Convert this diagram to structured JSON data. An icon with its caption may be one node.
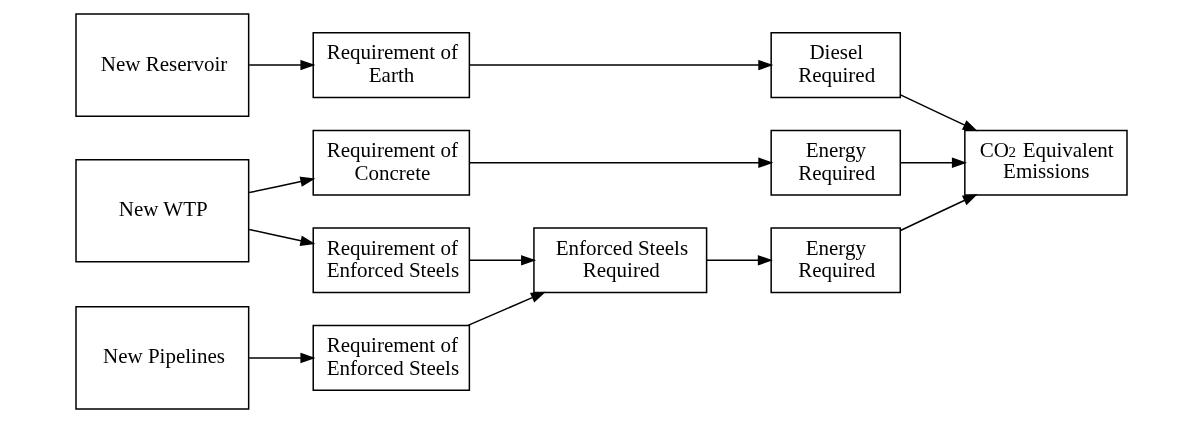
{
  "diagram": {
    "nodes": [
      {
        "text": [
          "New Reservoir"
        ]
      },
      {
        "text": [
          "New WTP"
        ]
      },
      {
        "text": [
          "New Pipelines"
        ]
      },
      {
        "text": [
          "Requirement of Earth"
        ]
      },
      {
        "text": [
          "Requirement of Concrete"
        ]
      },
      {
        "text": [
          "Requirement of Enforced Steels"
        ]
      },
      {
        "text": [
          "Requirement of Enforced Steels"
        ]
      },
      {
        "text": [
          "Enforced Steels Required"
        ]
      },
      {
        "text": [
          "Diesel Required"
        ]
      },
      {
        "text": [
          "Energy Required"
        ]
      },
      {
        "text": [
          "Energy Required"
        ]
      },
      {
        "text": [
          "CO$_{2}$ Equivalent Emissions"
        ]
      }
    ],
    "edges": [
      {
        "from": 0,
        "to": 3,
        "arrow": "to"
      },
      {
        "from": 1,
        "to": 4,
        "arrow": "to"
      },
      {
        "from": 1,
        "to": 5,
        "arrow": "to"
      },
      {
        "from": 2,
        "to": 6,
        "arrow": "to"
      },
      {
        "from": 5,
        "to": 7,
        "arrow": "to"
      },
      {
        "from": 6,
        "to": 7,
        "arrow": "to"
      },
      {
        "from": 3,
        "to": 8,
        "arrow": "to"
      },
      {
        "from": 4,
        "to": 9,
        "arrow": "to"
      },
      {
        "from": 7,
        "to": 10,
        "arrow": "to"
      },
      {
        "from": 8,
        "to": 11,
        "arrow": "to"
      },
      {
        "from": 9,
        "to": 11,
        "arrow": "to"
      },
      {
        "from": 10,
        "to": 11,
        "arrow": "to"
      }
    ]
  }
}
